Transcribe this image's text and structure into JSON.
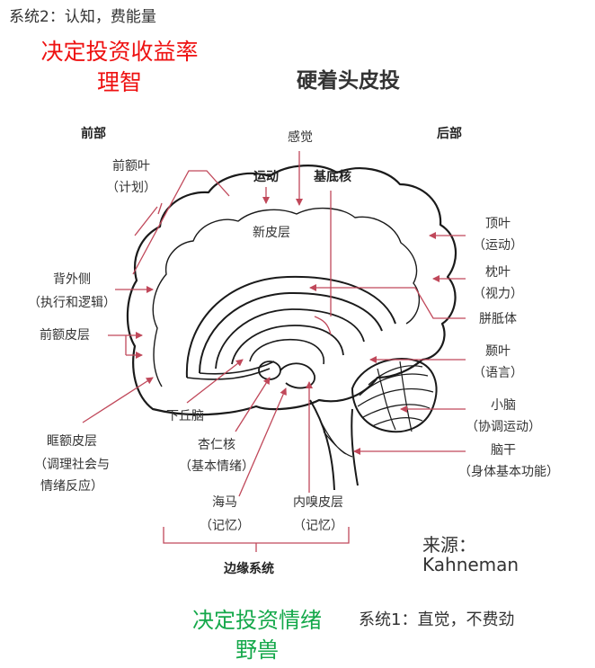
{
  "header": {
    "system2_label": "系统2：认知，费能量",
    "red_title_line1": "决定投资收益率",
    "red_title_line2": "理智",
    "main_title": "硬着头皮投"
  },
  "labels": {
    "front": "前部",
    "back": "后部",
    "sensation": "感觉",
    "motor": "运动",
    "basal_ganglia": "基底核",
    "neocortex": "新皮层",
    "frontal_lobe": "前额叶",
    "frontal_lobe_sub": "（计划）",
    "dorsolateral": "背外侧",
    "dorsolateral_sub": "（执行和逻辑）",
    "prefrontal": "前额皮层",
    "orbitofrontal": "眶额皮层",
    "orbitofrontal_sub1": "（调理社会与",
    "orbitofrontal_sub2": "情绪反应）",
    "hypothalamus": "下丘脑",
    "amygdala": "杏仁核",
    "amygdala_sub": "（基本情绪）",
    "hippocampus": "海马",
    "hippocampus_sub": "（记忆）",
    "entorhinal": "内嗅皮层",
    "entorhinal_sub": "（记忆）",
    "limbic": "边缘系统",
    "parietal": "顶叶",
    "parietal_sub": "（运动）",
    "occipital": "枕叶",
    "occipital_sub": "（视力）",
    "corpus_callosum": "胼胝体",
    "temporal": "颞叶",
    "temporal_sub": "（语言）",
    "cerebellum": "小脑",
    "cerebellum_sub": "（协调运动）",
    "brainstem": "脑干",
    "brainstem_sub": "（身体基本功能）"
  },
  "source": {
    "line1": "来源：",
    "line2": "Kahneman"
  },
  "footer": {
    "green_line1": "决定投资情绪",
    "green_line2": "野兽",
    "system1_label": "系统1：直觉，不费劲"
  },
  "colors": {
    "red": "#ee1111",
    "green": "#14a84a",
    "line": "#c0485a",
    "brain": "#1a1a1a"
  }
}
